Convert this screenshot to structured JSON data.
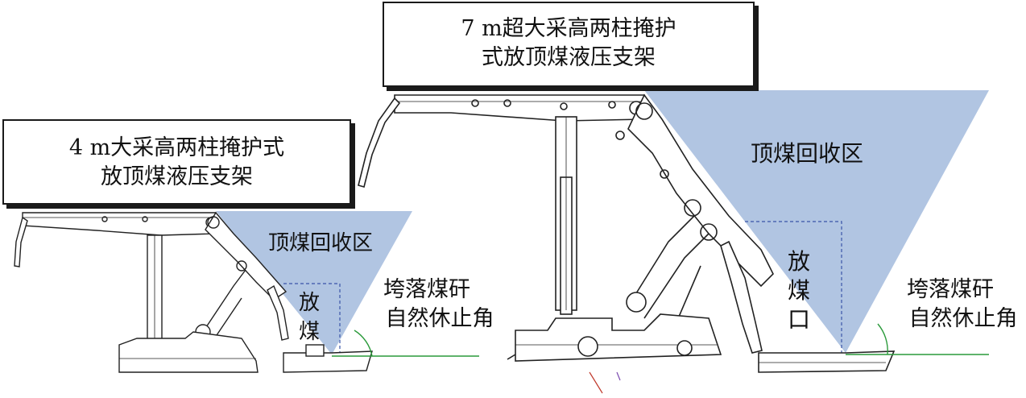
{
  "title_large": [
    "7 m超大采高两柱掩护",
    "式放顶煤液压支架"
  ],
  "title_small": [
    "4 m大采高两柱掩护式",
    "放顶煤液压支架"
  ],
  "zone_label": "顶煤回收区",
  "outlet_label_small": [
    "放",
    "煤"
  ],
  "outlet_label_large": [
    "放",
    "煤",
    "口"
  ],
  "angle_label": [
    "垮落煤矸",
    "自然休止角"
  ],
  "colors": {
    "zone_fill": "#a9bfdf",
    "outline": "#222222",
    "guide_dash": "#3a55a8",
    "angle_line": "#2a9a3a"
  }
}
